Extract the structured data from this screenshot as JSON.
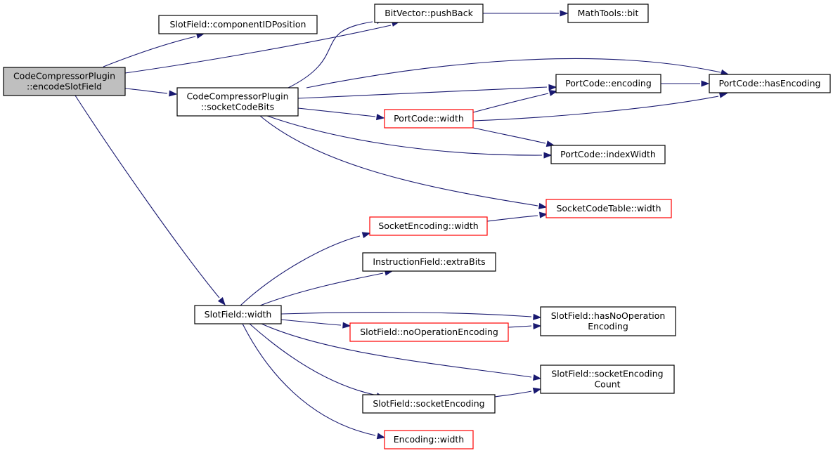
{
  "colors": {
    "edge": "#191970",
    "box_border_normal": "#000000",
    "box_border_truncated": "#ff0000",
    "root_fill": "#bfbfbf",
    "box_fill": "#ffffff"
  },
  "nodes": [
    {
      "id": "root",
      "lines": [
        "CodeCompressorPlugin",
        "::encodeSlotField"
      ],
      "style": "root"
    },
    {
      "id": "componentIDPosition",
      "lines": [
        "SlotField::componentIDPosition"
      ],
      "style": "normal"
    },
    {
      "id": "pushBack",
      "lines": [
        "BitVector::pushBack"
      ],
      "style": "normal"
    },
    {
      "id": "bit",
      "lines": [
        "MathTools::bit"
      ],
      "style": "normal"
    },
    {
      "id": "socketCodeBits",
      "lines": [
        "CodeCompressorPlugin",
        "::socketCodeBits"
      ],
      "style": "normal"
    },
    {
      "id": "pcEncoding",
      "lines": [
        "PortCode::encoding"
      ],
      "style": "normal"
    },
    {
      "id": "pcHasEncoding",
      "lines": [
        "PortCode::hasEncoding"
      ],
      "style": "normal"
    },
    {
      "id": "pcWidth",
      "lines": [
        "PortCode::width"
      ],
      "style": "truncated"
    },
    {
      "id": "pcIndexWidth",
      "lines": [
        "PortCode::indexWidth"
      ],
      "style": "normal"
    },
    {
      "id": "sctWidth",
      "lines": [
        "SocketCodeTable::width"
      ],
      "style": "truncated"
    },
    {
      "id": "seWidth",
      "lines": [
        "SocketEncoding::width"
      ],
      "style": "truncated"
    },
    {
      "id": "ifExtraBits",
      "lines": [
        "InstructionField::extraBits"
      ],
      "style": "normal"
    },
    {
      "id": "sfWidth",
      "lines": [
        "SlotField::width"
      ],
      "style": "normal"
    },
    {
      "id": "sfHasNoOp",
      "lines": [
        "SlotField::hasNoOperation",
        "Encoding"
      ],
      "style": "normal"
    },
    {
      "id": "sfNoOpEnc",
      "lines": [
        "SlotField::noOperationEncoding"
      ],
      "style": "truncated"
    },
    {
      "id": "sfSockEncCount",
      "lines": [
        "SlotField::socketEncoding",
        "Count"
      ],
      "style": "normal"
    },
    {
      "id": "sfSockEnc",
      "lines": [
        "SlotField::socketEncoding"
      ],
      "style": "normal"
    },
    {
      "id": "encWidth",
      "lines": [
        "Encoding::width"
      ],
      "style": "truncated"
    }
  ],
  "edges": [
    {
      "from": "root",
      "to": "componentIDPosition"
    },
    {
      "from": "root",
      "to": "pushBack"
    },
    {
      "from": "root",
      "to": "socketCodeBits"
    },
    {
      "from": "root",
      "to": "sfWidth"
    },
    {
      "from": "pushBack",
      "to": "bit"
    },
    {
      "from": "socketCodeBits",
      "to": "pushBack"
    },
    {
      "from": "socketCodeBits",
      "to": "pcHasEncoding"
    },
    {
      "from": "socketCodeBits",
      "to": "pcEncoding"
    },
    {
      "from": "socketCodeBits",
      "to": "pcWidth"
    },
    {
      "from": "socketCodeBits",
      "to": "pcIndexWidth"
    },
    {
      "from": "socketCodeBits",
      "to": "sctWidth"
    },
    {
      "from": "pcEncoding",
      "to": "pcHasEncoding"
    },
    {
      "from": "pcWidth",
      "to": "pcEncoding"
    },
    {
      "from": "pcWidth",
      "to": "pcHasEncoding"
    },
    {
      "from": "pcWidth",
      "to": "pcIndexWidth"
    },
    {
      "from": "seWidth",
      "to": "sctWidth"
    },
    {
      "from": "sfWidth",
      "to": "seWidth"
    },
    {
      "from": "sfWidth",
      "to": "ifExtraBits"
    },
    {
      "from": "sfWidth",
      "to": "sfHasNoOp"
    },
    {
      "from": "sfWidth",
      "to": "sfNoOpEnc"
    },
    {
      "from": "sfWidth",
      "to": "sfSockEncCount"
    },
    {
      "from": "sfWidth",
      "to": "sfSockEnc"
    },
    {
      "from": "sfWidth",
      "to": "encWidth"
    },
    {
      "from": "sfNoOpEnc",
      "to": "sfHasNoOp"
    },
    {
      "from": "sfSockEnc",
      "to": "sfSockEncCount"
    }
  ]
}
